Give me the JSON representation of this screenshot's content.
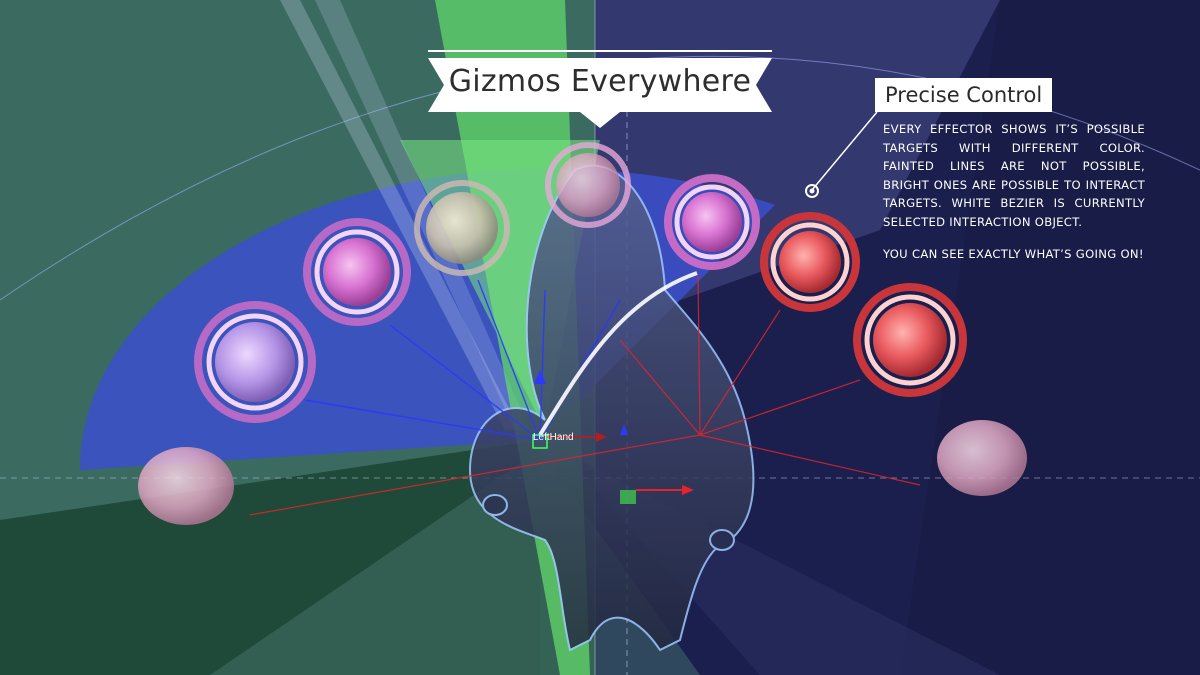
{
  "banner": {
    "title": "Gizmos Everywhere"
  },
  "callout": {
    "title": "Precise Control",
    "paragraphs": [
      "EVERY EFFECTOR SHOWS IT’S POSSIBLE TARGETS WITH DIFFERENT COLOR. FAINTED LINES ARE NOT POSSIBLE, BRIGHT ONES ARE POSSIBLE TO INTERACT TARGETS. WHITE BEZIER IS CURRENTLY SELECTED INTERACTION OBJECT.",
      "YOU CAN SEE EXACTLY WHAT’S GOING ON!"
    ]
  },
  "scene": {
    "effector_label": "LeftHand",
    "colors": {
      "background": "#1f4a3c",
      "blue_arc": "#3d52c8",
      "green_cone": "#5fdc68",
      "dark_right": "#171c4a",
      "sphere_pink": "#d66fcf",
      "sphere_red": "#e84d54",
      "sphere_faint": "#e2aec6",
      "ray_blue": "#2835ff",
      "ray_red": "#e4222c"
    }
  }
}
